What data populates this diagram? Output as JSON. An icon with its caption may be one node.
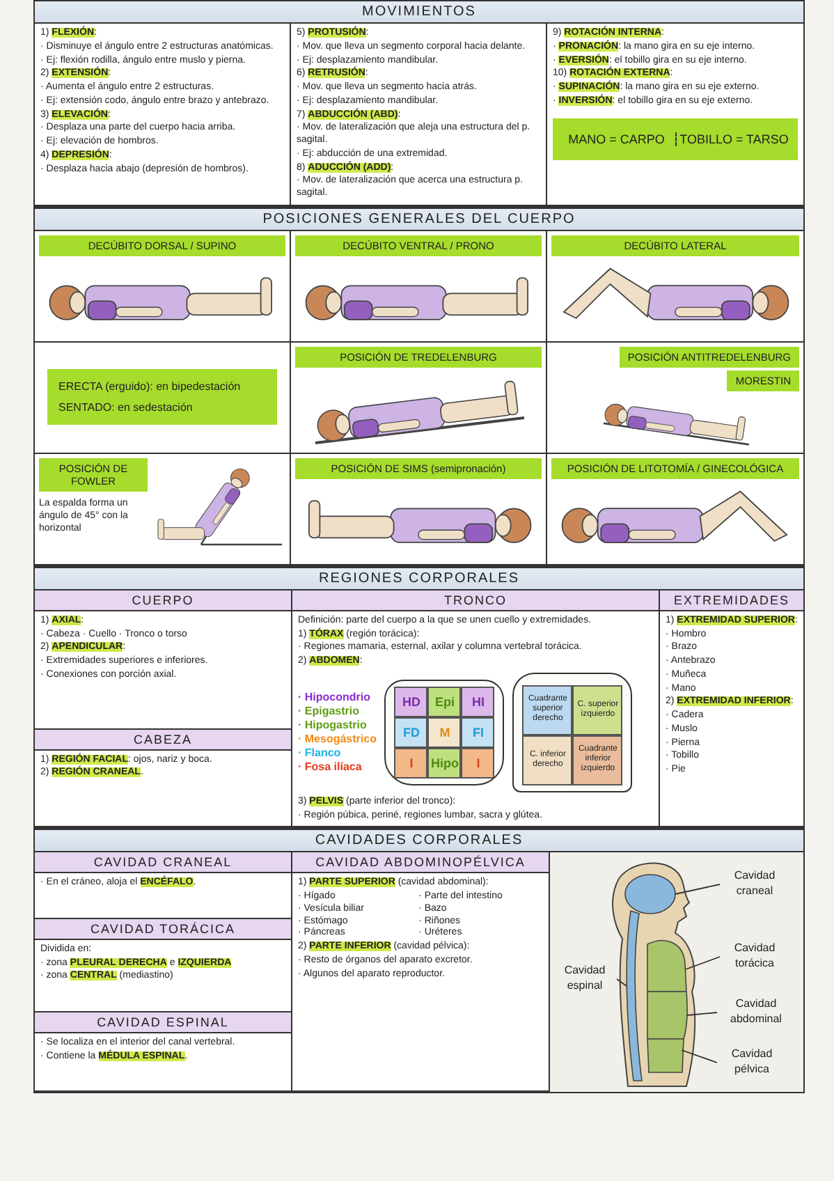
{
  "diagram": {
    "nodes": [
      {
        "text": [
          "MOVIMIENTOS"
        ]
      },
      {
        "text": [
          "1) **FLEXIÓN**:",
          "· Disminuye el ángulo entre 2 estructuras anatómicas.",
          "· Ej: flexión rodilla, ángulo entre muslo y pierna.",
          "2) **EXTENSIÓN**:",
          "· Aumenta el ángulo entre 2 estructuras.",
          "· Ej: extensión codo, ángulo entre brazo y antebrazo.",
          "3) **ELEVACIÓN**:",
          "· Desplaza una parte del cuerpo hacia arriba.",
          "· Ej: elevación de hombros.",
          "4) **DEPRESIÓN**:",
          "· Desplaza hacia abajo (depresión de hombros)."
        ],
        "in": 0
      },
      {
        "text": [
          "5) **PROTUSIÓN**:",
          "· Mov. que lleva un segmento corporal hacia delante.",
          "· Ej: desplazamiento mandibular.",
          "6) **RETRUSIÓN**:",
          "· Mov. que lleva un segmento hacia atrás.",
          "· Ej: desplazamiento mandibular.",
          "7) **ABDUCCIÓN (ABD)**:",
          "· Mov. de lateralización que aleja una estructura del p. sagital.",
          "· Ej: abducción de una extremidad.",
          "8) **ADUCCIÓN (ADD)**:",
          "· Mov. de lateralización que acerca una estructura p. sagital."
        ],
        "in": 0
      },
      {
        "text": [
          "9) **ROTACIÓN INTERNA**:",
          "· **PRONACIÓN**: la mano gira en su eje interno.",
          "· **EVERSIÓN**: el tobillo gira en su eje interno.",
          "10) **ROTACIÓN EXTERNA**:",
          "· **SUPINACIÓN**: la mano gira en su eje externo.",
          "· **INVERSIÓN**: el tobillo gira en su eje externo."
        ],
        "in": 0
      },
      {
        "text": [
          "MANO = CARPO",
          "TOBILLO = TARSO"
        ],
        "in": 3
      },
      {
        "text": [
          "POSICIONES GENERALES DEL CUERPO"
        ]
      },
      {
        "text": [
          "DECÚBITO DORSAL / SUPINO"
        ],
        "in": 5
      },
      {
        "text": [
          "DECÚBITO VENTRAL / PRONO"
        ],
        "in": 5
      },
      {
        "text": [
          "DECÚBITO LATERAL"
        ],
        "in": 5
      },
      {
        "text": [
          "ERECTA (erguido): en bipedestación",
          "SENTADO: en sedestación"
        ],
        "in": 5
      },
      {
        "text": [
          "POSICIÓN DE TREDELENBURG"
        ],
        "in": 5
      },
      {
        "text": [
          "POSICIÓN ANTITREDELENBURG",
          "MORESTIN"
        ],
        "in": 5
      },
      {
        "text": [
          "POSICIÓN DE FOWLER",
          "La espalda forma un ángulo de 45° con la horizontal"
        ],
        "in": 5
      },
      {
        "text": [
          "POSICIÓN DE SIMS (semipronación)"
        ],
        "in": 5
      },
      {
        "text": [
          "POSICIÓN DE LITOTOMÍA / GINECOLÓGICA"
        ],
        "in": 5
      },
      {
        "text": [
          "REGIONES CORPORALES"
        ]
      },
      {
        "text": [
          "CUERPO",
          "1) **AXIAL**:",
          "· Cabeza · Cuello · Tronco o torso",
          "2) **APENDICULAR**:",
          "· Extremidades superiores e inferiores.",
          "· Conexiones con porción axial."
        ],
        "in": 15
      },
      {
        "text": [
          "CABEZA",
          "1) **REGIÓN FACIAL**: ojos, nariz y boca.",
          "2) **REGIÓN CRANEAL**."
        ],
        "in": 15
      },
      {
        "text": [
          "TRONCO",
          "Definición: parte del cuerpo a la que se unen cuello y extremidades.",
          "1) **TÓRAX** (región torácica):",
          "· Regiones mamaria, esternal, axilar y columna vertebral torácica.",
          "2) **ABDOMEN**:",
          "· Hipocondrio",
          "· Epigastrio",
          "· Hipogastrio",
          "· Mesogástrico",
          "· Flanco",
          "· Fosa ilíaca",
          "3) **PELVIS** (parte inferior del tronco):",
          "· Región púbica, periné, regiones lumbar, sacra y glútea."
        ],
        "in": 15
      },
      {
        "text": [
          "EXTREMIDADES",
          "1) **EXTREMIDAD SUPERIOR**:",
          "· Hombro",
          "· Brazo",
          "· Antebrazo",
          "· Muñeca",
          "· Mano",
          "2) **EXTREMIDAD INFERIOR**:",
          "· Cadera",
          "· Muslo",
          "· Pierna",
          "· Tobillo",
          "· Pie"
        ],
        "in": 15
      },
      {
        "text": [
          "HD"
        ],
        "in": 18
      },
      {
        "text": [
          "Epi"
        ],
        "in": 18
      },
      {
        "text": [
          "HI"
        ],
        "in": 18
      },
      {
        "text": [
          "FD"
        ],
        "in": 18
      },
      {
        "text": [
          "M"
        ],
        "in": 18
      },
      {
        "text": [
          "FI"
        ],
        "in": 18
      },
      {
        "text": [
          "I"
        ],
        "in": 18
      },
      {
        "text": [
          "Hipo"
        ],
        "in": 18
      },
      {
        "text": [
          "I"
        ],
        "in": 18
      },
      {
        "text": [
          "Cuadrante superior derecho"
        ],
        "in": 18
      },
      {
        "text": [
          "C. superior izquierdo"
        ],
        "in": 18
      },
      {
        "text": [
          "C. inferior derecho"
        ],
        "in": 18
      },
      {
        "text": [
          "Cuadrante inferior izquierdo"
        ],
        "in": 18
      },
      {
        "text": [
          "CAVIDADES CORPORALES"
        ]
      },
      {
        "text": [
          "CAVIDAD CRANEAL",
          "· En el cráneo, aloja el **ENCÉFALO**."
        ],
        "in": 33
      },
      {
        "text": [
          "CAVIDAD TORÁCICA",
          "Dividida en:",
          "· zona **PLEURAL DERECHA** e **IZQUIERDA**",
          "· zona **CENTRAL** (mediastino)"
        ],
        "in": 33
      },
      {
        "text": [
          "CAVIDAD ESPINAL",
          "· Se localiza en el interior del canal vertebral.",
          "· Contiene la **MÉDULA ESPINAL**."
        ],
        "in": 33
      },
      {
        "text": [
          "CAVIDAD ABDOMINOPÉLVICA",
          "1) **PARTE SUPERIOR** (cavidad abdominal):",
          "· Hígado",
          "· Vesícula biliar",
          "· Estómago",
          "· Páncreas",
          "· Parte del intestino",
          "· Bazo",
          "· Riñones",
          "· Uréteres",
          "2) **PARTE INFERIOR** (cavidad pélvica):",
          "· Resto de órganos del aparato excretor.",
          "· Algunos del aparato reproductor."
        ],
        "in": 33
      },
      {
        "text": [
          "Cavidad craneal"
        ],
        "in": 33
      },
      {
        "text": [
          "Cavidad torácica"
        ],
        "in": 33
      },
      {
        "text": [
          "Cavidad abdominal"
        ],
        "in": 33
      },
      {
        "text": [
          "Cavidad pélvica"
        ],
        "in": 33
      },
      {
        "text": [
          "Cavidad espinal"
        ],
        "in": 33
      },
      {
        "text": [],
        "shape": "circle",
        "in": 33
      },
      {
        "text": [],
        "shape": "box",
        "in": 33
      },
      {
        "text": [],
        "shape": "box",
        "in": 33
      },
      {
        "text": [],
        "shape": "box",
        "in": 33
      },
      {
        "text": [],
        "shape": "box",
        "in": 33
      }
    ],
    "edges": [
      {
        "from": 38,
        "to": 43,
        "arrow": "none"
      },
      {
        "from": 39,
        "to": 44,
        "arrow": "none"
      },
      {
        "from": 40,
        "to": 45,
        "arrow": "none"
      },
      {
        "from": 41,
        "to": 46,
        "arrow": "none"
      },
      {
        "from": 42,
        "to": 47,
        "arrow": "none"
      }
    ]
  }
}
